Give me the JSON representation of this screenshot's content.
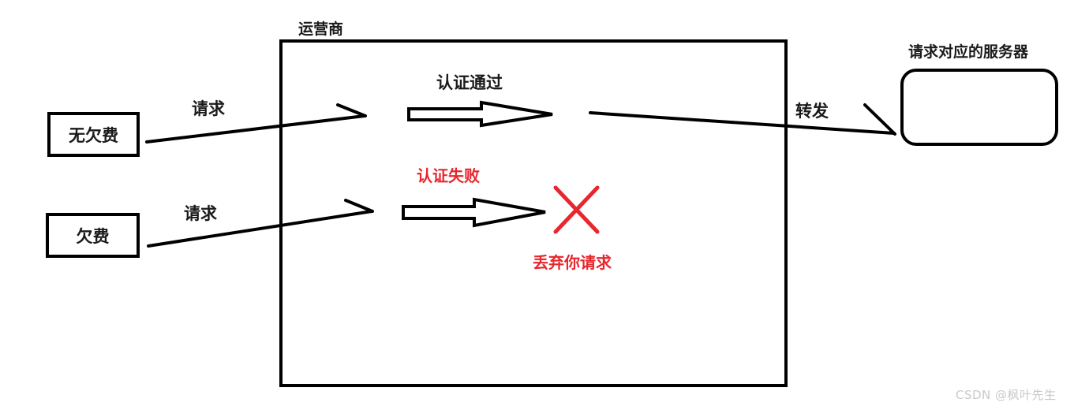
{
  "diagram": {
    "title_operator": "运营商",
    "title_server": "请求对应的服务器",
    "nodes": {
      "no_arrears": "无欠费",
      "arrears": "欠费",
      "server_box": ""
    },
    "edge_labels": {
      "request_top": "请求",
      "request_bottom": "请求",
      "forward": "转发"
    },
    "flow_labels": {
      "auth_pass": "认证通过",
      "auth_fail": "认证失败",
      "discard": "丢弃你请求"
    },
    "colors": {
      "stroke": "#000000",
      "text": "#1a1a1a",
      "danger": "#e8262d",
      "watermark": "#c9c9c9",
      "background": "#ffffff"
    }
  },
  "watermark": {
    "text": "CSDN @枫叶先生"
  }
}
